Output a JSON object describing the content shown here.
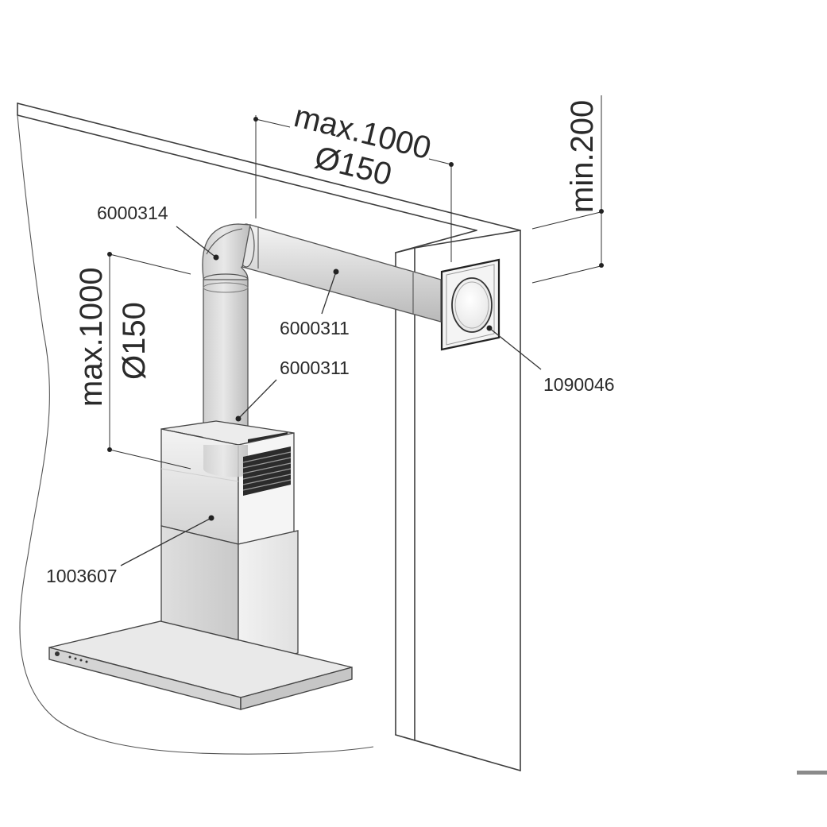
{
  "dimensions": {
    "horizontal_duct": {
      "length": "max.1000",
      "diameter": "Ø150"
    },
    "vertical_duct": {
      "length": "max.1000",
      "diameter": "Ø150"
    },
    "ceiling_clearance": "min.200"
  },
  "part_labels": {
    "elbow": "6000314",
    "horizontal_pipe": "6000311",
    "vertical_pipe": "6000311",
    "wall_outlet": "1090046",
    "chimney_cover": "1003607"
  }
}
